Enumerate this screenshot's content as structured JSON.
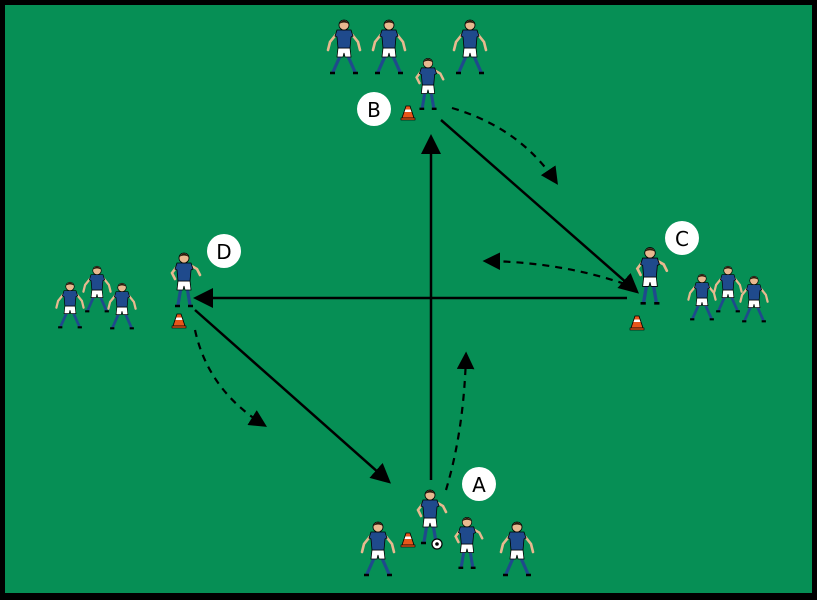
{
  "diagram": {
    "colors": {
      "pitch": "#068f55",
      "border": "#000000",
      "pass_line": "#000000",
      "run_line": "#000000",
      "label_circle": "#ffffff",
      "shirt": "#1f4a8c",
      "shorts": "#ffffff",
      "skin": "#e8b98f",
      "cone": "#e8561a",
      "ball": "#ffffff"
    },
    "stations": [
      {
        "id": "A",
        "label": "A"
      },
      {
        "id": "B",
        "label": "B"
      },
      {
        "id": "C",
        "label": "C"
      },
      {
        "id": "D",
        "label": "D"
      }
    ],
    "passes": [
      {
        "from": "A",
        "to": "B",
        "style": "solid-arrow"
      },
      {
        "from": "B",
        "to": "C",
        "style": "solid-arrow"
      },
      {
        "from": "C",
        "to": "D",
        "style": "solid-arrow"
      },
      {
        "from": "D",
        "to": "A",
        "style": "solid-arrow"
      }
    ],
    "runs": [
      {
        "at": "A",
        "style": "dashed-arrow"
      },
      {
        "at": "B",
        "style": "dashed-arrow"
      },
      {
        "at": "C",
        "style": "dashed-arrow"
      },
      {
        "at": "D",
        "style": "dashed-arrow"
      }
    ],
    "groups": [
      {
        "station": "A",
        "players": 4,
        "has_ball": true
      },
      {
        "station": "B",
        "players": 4,
        "has_ball": false
      },
      {
        "station": "C",
        "players": 4,
        "has_ball": false
      },
      {
        "station": "D",
        "players": 4,
        "has_ball": false
      }
    ],
    "icons": [
      "player-icon",
      "cone-icon",
      "ball-icon"
    ]
  }
}
